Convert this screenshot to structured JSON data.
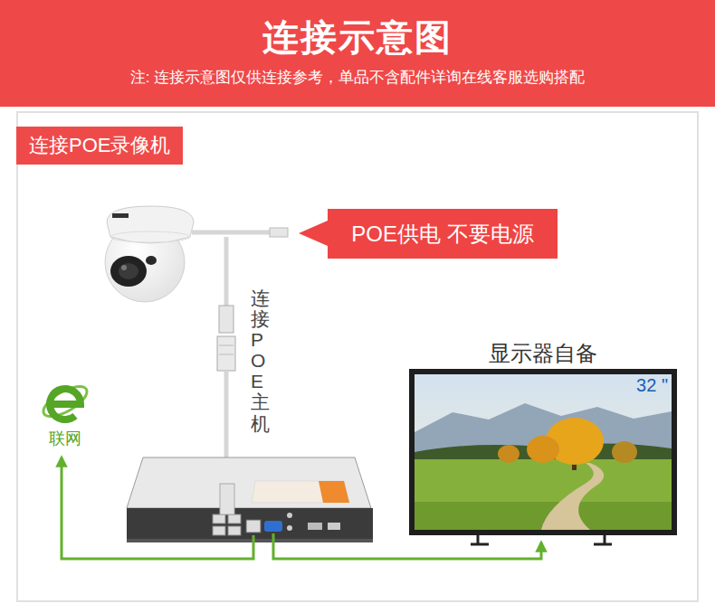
{
  "diagram": {
    "title": "连接示意图",
    "nodes": [
      {
        "text": [
          "连接POE录像机"
        ]
      },
      {
        "text": [
          "POE供电 不要电源"
        ],
        "in": 0
      },
      {
        "text": [
          "联网"
        ],
        "in": 0
      },
      {
        "text": [
          "显示器自备",
          "32 \""
        ],
        "in": 0
      }
    ],
    "labels": [
      "注: 连接示意图仅供连接参考，单品不含配件详询在线客服选购搭配",
      "连接POE主机"
    ]
  }
}
